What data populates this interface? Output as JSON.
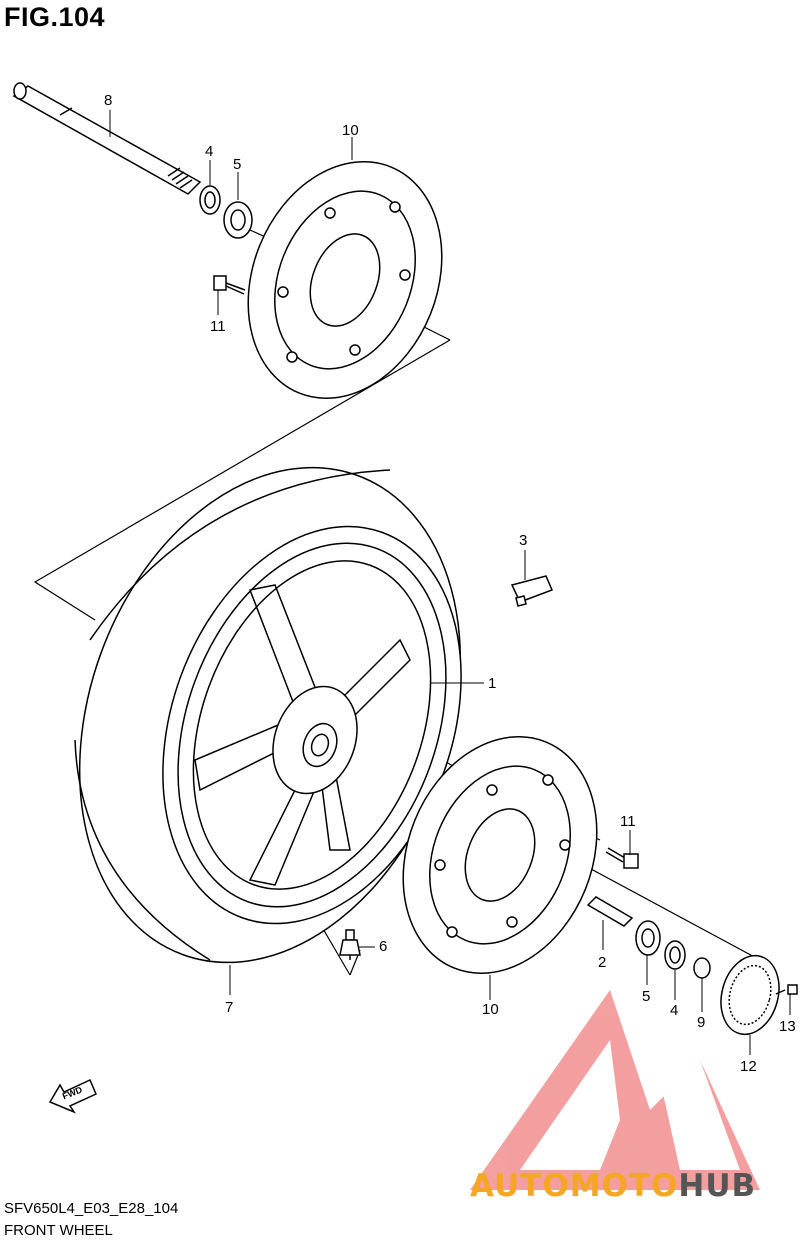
{
  "figure": {
    "title": "FIG.104",
    "code": "SFV650L4_E03_E28_104",
    "caption": "FRONT WHEEL"
  },
  "callouts": {
    "front_axle": "8",
    "oil_seal_left": "4",
    "bearing_left": "5",
    "brake_disc_upper": "10",
    "disc_bolt_upper": "11",
    "spacer_3": "3",
    "wheel": "1",
    "disc_bolt_lower": "11",
    "spacer_2": "2",
    "valve": "6",
    "tire": "7",
    "brake_disc_lower": "10",
    "bearing_right": "5",
    "oil_seal_right": "4",
    "collar": "9",
    "sensor_rotor": "12",
    "rotor_screw": "13"
  },
  "direction_arrow": {
    "label": "FWD"
  },
  "watermark": {
    "part1": "AUTOMOTO",
    "part2": "HUB",
    "color1": "#f5a623",
    "color2": "#555555",
    "logo_color": "#f08080"
  }
}
